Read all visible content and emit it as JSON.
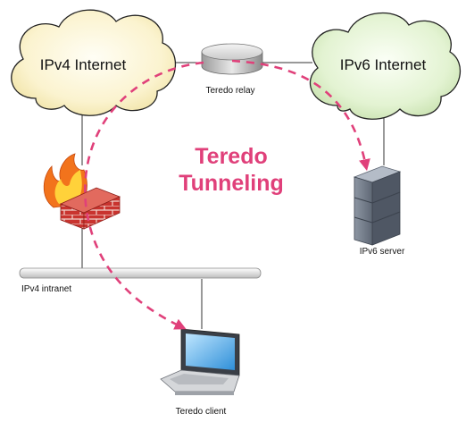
{
  "clouds": {
    "ipv4": {
      "label": "IPv4 Internet"
    },
    "ipv6": {
      "label": "IPv6 Internet"
    }
  },
  "relay": {
    "label": "Teredo relay"
  },
  "center": {
    "line1": "Teredo",
    "line2": "Tunneling"
  },
  "intranet": {
    "label": "IPv4 intranet"
  },
  "server": {
    "label": "IPv6 server"
  },
  "client": {
    "label": "Teredo client"
  },
  "colors": {
    "accent": "#e0407a",
    "ipv4_cloud": "#fdf6d8",
    "ipv6_cloud": "#e6f4d8",
    "line": "#333333"
  }
}
